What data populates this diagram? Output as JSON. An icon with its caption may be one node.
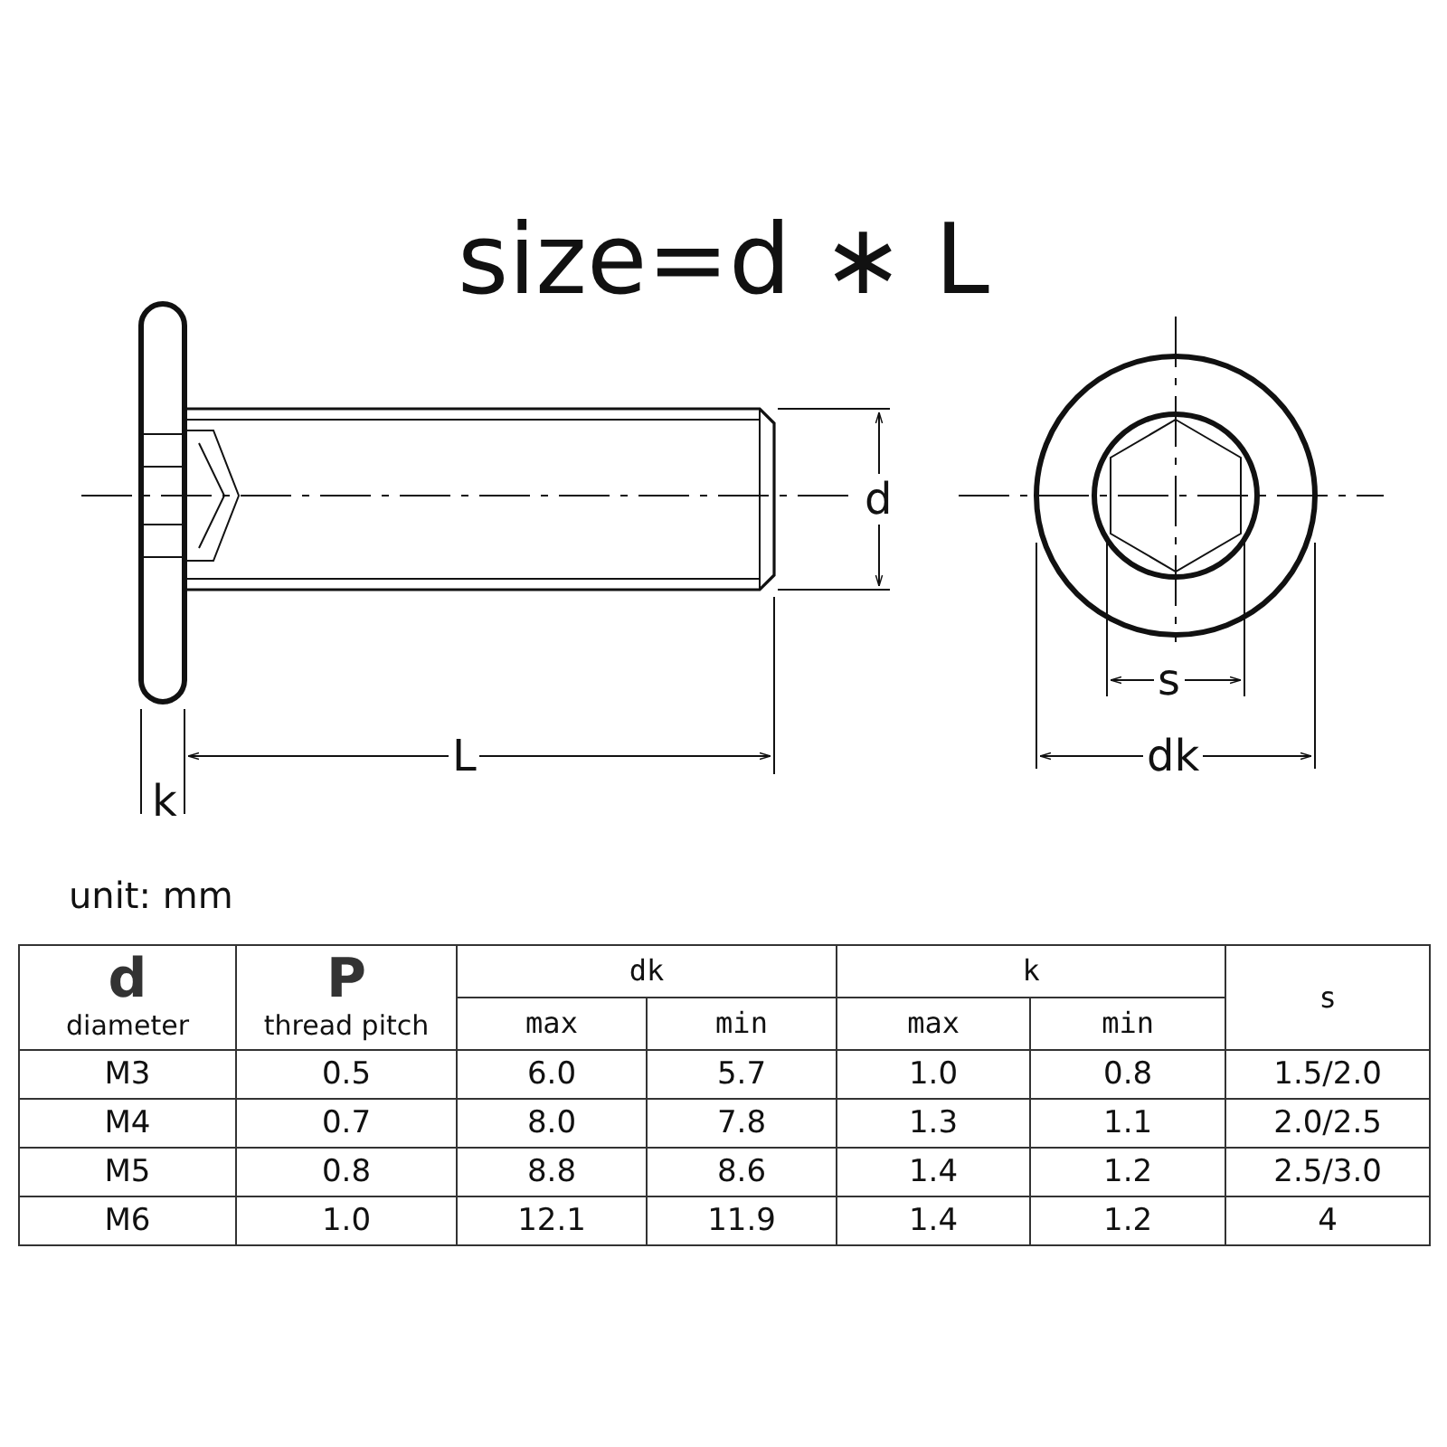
{
  "diagram": {
    "title": "size=d ∗ L",
    "labels": [
      "d",
      "s",
      "L",
      "dk",
      "k",
      "unit: mm",
      "d",
      "diameter",
      "P",
      "thread pitch",
      "dk",
      "k",
      "s",
      "max",
      "min",
      "max",
      "min",
      "M3",
      "0.5",
      "6.0",
      "5.7",
      "1.0",
      "0.8",
      "1.5/2.0",
      "M4",
      "0.7",
      "8.0",
      "7.8",
      "1.3",
      "1.1",
      "2.0/2.5",
      "M5",
      "0.8",
      "8.8",
      "8.6",
      "1.4",
      "1.2",
      "2.5/3.0",
      "M6",
      "1.0",
      "12.1",
      "11.9",
      "1.4",
      "1.2",
      "4"
    ]
  }
}
